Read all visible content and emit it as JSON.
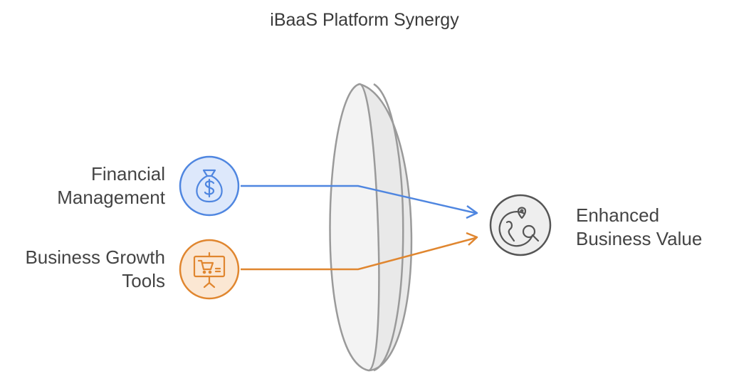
{
  "title": "iBaaS Platform Synergy",
  "inputs": [
    {
      "line1": "Financial",
      "line2": "Management",
      "icon": "money-bag-icon",
      "color": "#4f86e0",
      "fill": "#dde8fb"
    },
    {
      "line1": "Business Growth",
      "line2": "Tools",
      "icon": "shopping-cart-presentation-icon",
      "color": "#e0862f",
      "fill": "#fbe7d3"
    }
  ],
  "output": {
    "line1": "Enhanced",
    "line2": "Business Value",
    "icon": "globe-search-icon",
    "color": "#555555",
    "fill": "#eeeeee"
  },
  "lens": {
    "icon": "lens-shape"
  }
}
